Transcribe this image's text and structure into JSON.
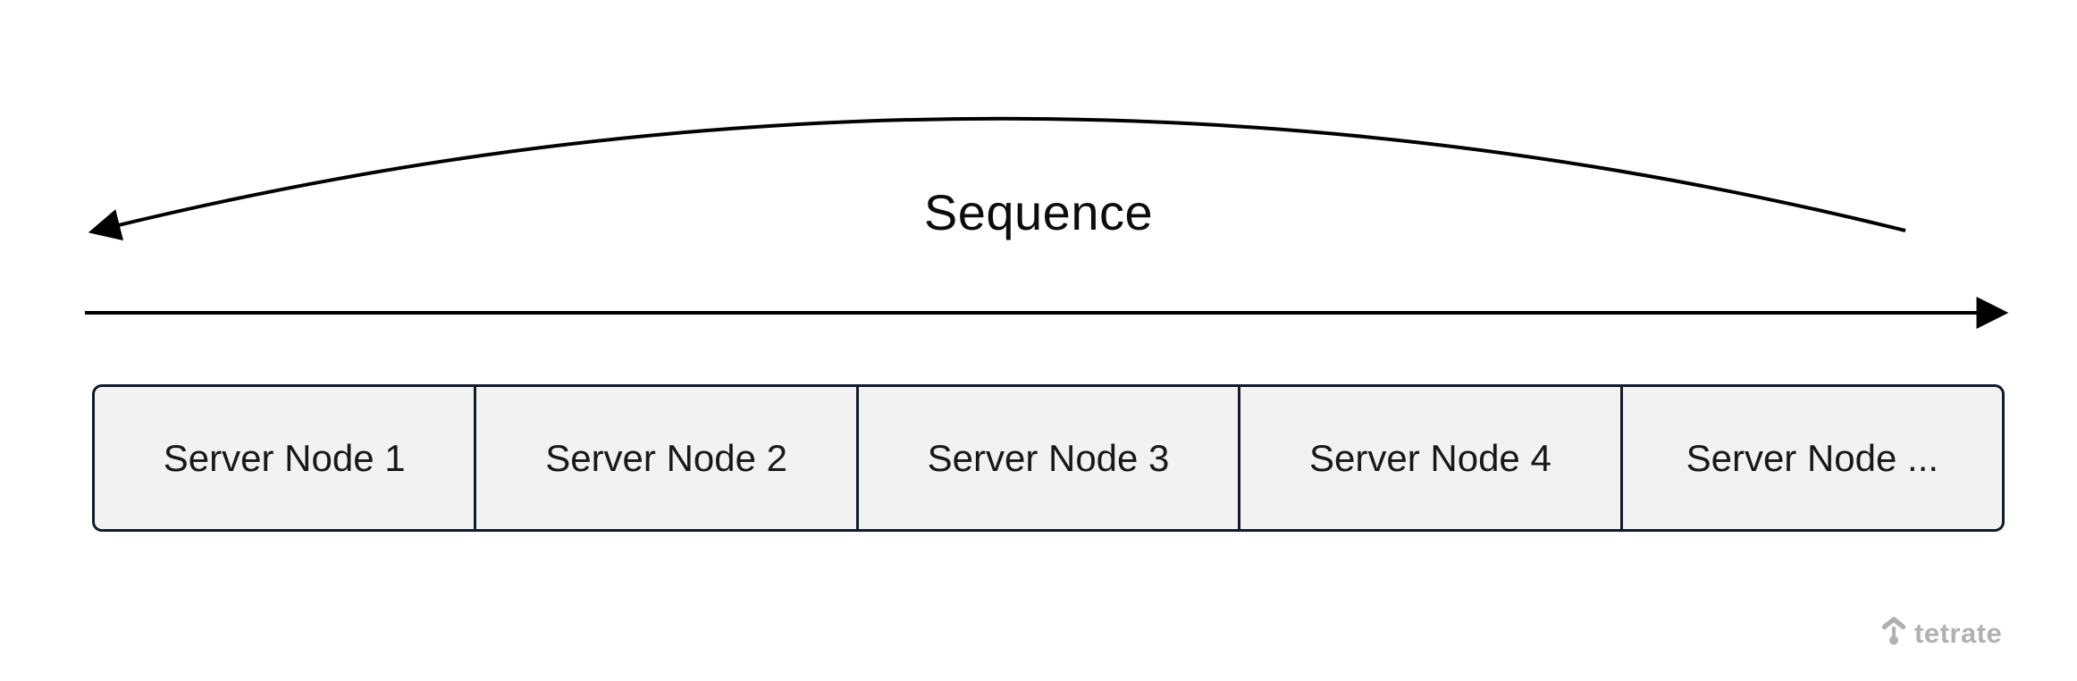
{
  "diagram": {
    "sequence_label": "Sequence",
    "nodes": [
      {
        "label": "Server Node 1"
      },
      {
        "label": "Server Node 2"
      },
      {
        "label": "Server Node 3"
      },
      {
        "label": "Server Node 4"
      },
      {
        "label": "Server Node ..."
      }
    ],
    "arrows": [
      {
        "name": "sequence-return-arrow",
        "style": "curved-arc",
        "direction": "right-to-left"
      },
      {
        "name": "sequence-forward-arrow",
        "style": "straight",
        "direction": "left-to-right"
      }
    ],
    "colors": {
      "background": "#ffffff",
      "arrow": "#000000",
      "node_fill": "#f2f2f2",
      "node_border": "#121a2b",
      "node_text": "#181818",
      "brand_gray": "#b1b1b1"
    },
    "brand": {
      "name": "tetrate",
      "icon": "tetrate-arrow-icon"
    }
  }
}
